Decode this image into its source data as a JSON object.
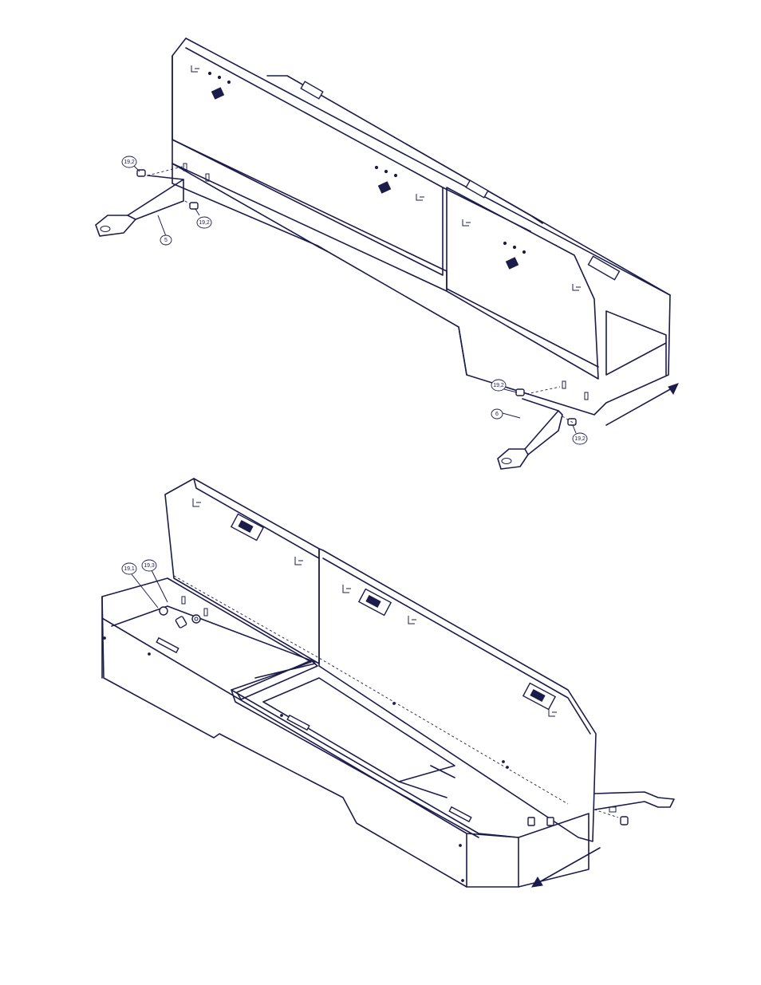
{
  "figure": {
    "callouts_top": [
      {
        "id": "c1",
        "text": "19,2"
      },
      {
        "id": "c2",
        "text": "19,2"
      },
      {
        "id": "c3",
        "text": "5"
      },
      {
        "id": "c4",
        "text": "19,2"
      },
      {
        "id": "c5",
        "text": "6"
      },
      {
        "id": "c6",
        "text": "19,2"
      }
    ],
    "callouts_bottom": [
      {
        "id": "c7",
        "text": "19,1"
      },
      {
        "id": "c8",
        "text": "19,3"
      }
    ],
    "colors": {
      "line": "#1c1c4a",
      "background": "#ffffff"
    },
    "icons": [
      "arrow-icon",
      "latch-icon",
      "hinge-icon",
      "bolt-icon"
    ]
  }
}
